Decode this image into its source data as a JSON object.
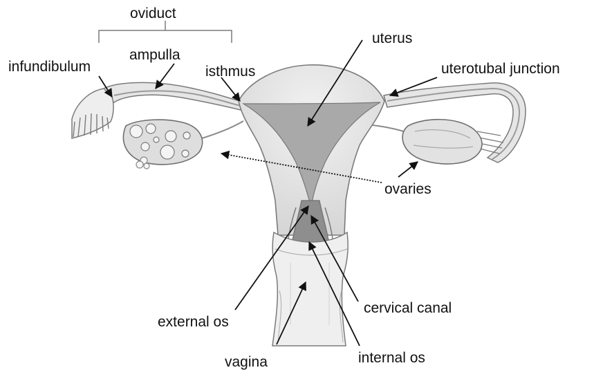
{
  "labels": {
    "oviduct": "oviduct",
    "infundibulum": "infundibulum",
    "ampulla": "ampulla",
    "isthmus": "isthmus",
    "uterus": "uterus",
    "uterotubal_junction": "uterotubal junction",
    "ovaries": "ovaries",
    "cervical_canal": "cervical canal",
    "external_os": "external os",
    "internal_os": "internal os",
    "vagina": "vagina"
  },
  "colors": {
    "ink": "#111111",
    "outline": "#7a7a7a",
    "organ_light": "#e9e9e9",
    "organ_mid": "#d4d4d4",
    "cavity": "#a9a9a9",
    "cavity_dark": "#8e8e8e"
  }
}
